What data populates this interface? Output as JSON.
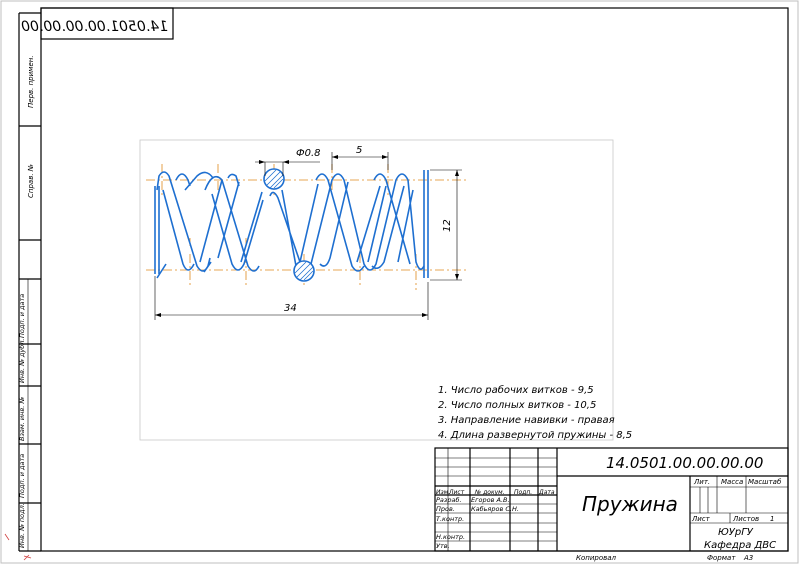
{
  "drawing": {
    "designation": "14.0501.00.00.00.00",
    "designation_mirrored": "14.0501.00.00.00.00",
    "part_name": "Пружина",
    "organization": "ЮУрГУ",
    "department": "Кафедра ДВС",
    "copied_label": "Копировал",
    "format_label": "Формат",
    "format_value": "А3"
  },
  "side_strip": {
    "perv_primen": "Перв. примен.",
    "sprav_no": "Справ. №",
    "podp_data_1": "Подп. и дата",
    "inv_dubl": "Инв. № дубл.",
    "vzam_inv": "Взам. инв. №",
    "podp_data_2": "Подп. и дата",
    "inv_podl": "Инв. № подл."
  },
  "dimensions": {
    "wire_diameter": "Ф0.8",
    "pitch": "5",
    "outer_diameter": "12",
    "length": "34"
  },
  "notes": [
    "1. Число рабочих витков - 9,5",
    "2. Число полных витков - 10,5",
    "3. Направление навивки - правая",
    "4. Длина развернутой пружины - 8,5"
  ],
  "title_block": {
    "col_izm": "Изм.",
    "col_list": "Лист",
    "col_doc": "№ докум.",
    "col_podp": "Подп.",
    "col_data": "Дата",
    "role_razrab": "Разраб.",
    "name_razrab": "Егоров А.В.",
    "role_prov": "Пров.",
    "name_prov": "Кабьяров С.Н.",
    "role_tkontr": "Т.контр.",
    "role_nkontr": "Н.контр.",
    "role_utv": "Утв.",
    "lit_label": "Лит.",
    "mass_label": "Масса",
    "scale_label": "Масштаб",
    "sheet_label": "Лист",
    "sheets_label": "Листов",
    "sheets_value": "1"
  }
}
